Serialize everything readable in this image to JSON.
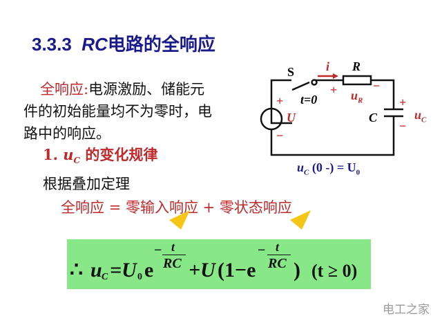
{
  "title": {
    "number": "3.3.3",
    "rc": "RC",
    "text": "电路的全响应"
  },
  "definition": {
    "term": "全响应:",
    "line1": "电源激励、储能元",
    "line2": "件的初始能量均不为零时，电",
    "line3": "路中的响应。"
  },
  "subheading": {
    "num": "1.",
    "var": "u",
    "sub": "C",
    "text": " 的变化规律"
  },
  "theorem": "根据叠加定理",
  "equation": "全响应 = 零输入响应 + 零状态响应",
  "circuit": {
    "switch": "S",
    "switch_time": "t=0",
    "current": "i",
    "resistor": "R",
    "ur": "u",
    "ur_sub": "R",
    "source": "U",
    "capacitor": "C",
    "uc": "u",
    "uc_sub": "C",
    "plus": "+",
    "minus": "−",
    "initial": "u",
    "initial_sub": "C",
    "initial_rest": " (0 -) = U",
    "initial_sub2": "0"
  },
  "formula": {
    "therefore": "∴",
    "uc": "u",
    "uc_sub": "C",
    "eq": "=U",
    "u0sub": "0",
    "e": "e",
    "exp_minus": "−",
    "exp_num": "t",
    "exp_den": "RC",
    "plus_u": "+U",
    "paren": "(1−e",
    "close": ")",
    "cond": "(t ≥ 0)"
  },
  "watermark": "电工之家",
  "colors": {
    "title": "#1a1a8c",
    "red": "#c0282a",
    "formula_bg": "#88e888",
    "arrow": "#f5c518"
  }
}
